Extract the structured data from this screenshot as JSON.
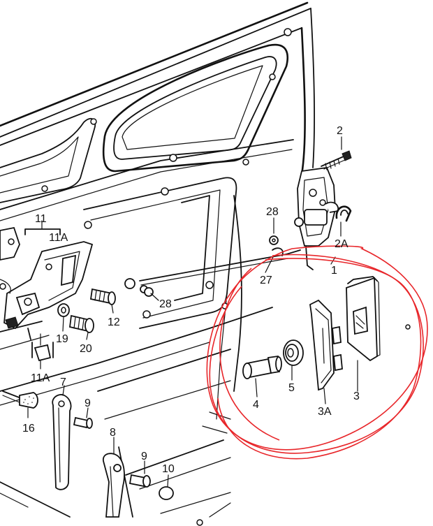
{
  "callouts": {
    "n1": "1",
    "n2": "2",
    "n2A": "2A",
    "n3": "3",
    "n3A": "3A",
    "n4": "4",
    "n5": "5",
    "n7": "7",
    "n8": "8",
    "n9a": "9",
    "n9b": "9",
    "n10": "10",
    "n11": "11",
    "n11A": "11A",
    "n11Ab": "11A",
    "n12": "12",
    "n16": "16",
    "n19": "19",
    "n20": "20",
    "n27": "27",
    "n28a": "28",
    "n28b": "28"
  },
  "highlight": {
    "color": "#e8262a"
  },
  "line_color": "#111111"
}
